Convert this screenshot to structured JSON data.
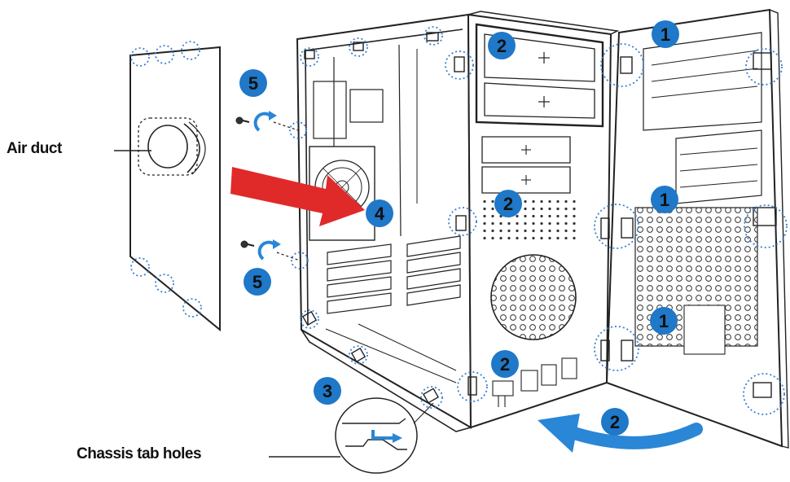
{
  "labels": {
    "air_duct": "Air duct",
    "chassis_tab_holes": "Chassis tab holes"
  },
  "callouts": [
    {
      "id": "c1a",
      "text": "1"
    },
    {
      "id": "c1b",
      "text": "1"
    },
    {
      "id": "c1c",
      "text": "1"
    },
    {
      "id": "c2a",
      "text": "2"
    },
    {
      "id": "c2b",
      "text": "2"
    },
    {
      "id": "c2c",
      "text": "2"
    },
    {
      "id": "c2d",
      "text": "2"
    },
    {
      "id": "c3",
      "text": "3"
    },
    {
      "id": "c4",
      "text": "4"
    },
    {
      "id": "c5a",
      "text": "5"
    },
    {
      "id": "c5b",
      "text": "5"
    }
  ],
  "colors": {
    "callout_fill": "#1f78c8",
    "callout_text": "#111111",
    "dotted_circle": "#3a7fd0",
    "red_arrow": "#e02a2a",
    "blue_arrow": "#2a86d6",
    "line": "#222222"
  }
}
